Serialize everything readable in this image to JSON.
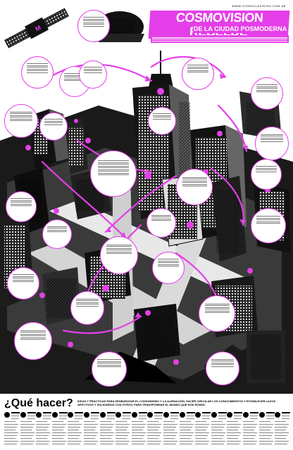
{
  "poster": {
    "site_url": "WWW.ICONOCLASISTAS.COM.AR",
    "title_main": "COSMOVISION REBELDE",
    "title_sub": "DE LA CIUDAD POSMODERNA",
    "title_desc": "",
    "footer_heading": "¿Qué hacer?",
    "footer_intro": "IDEAS Y PRÁCTICAS PARA DESBARATAR EL CONSUMISMO Y LA ALIENACIÓN, HACER CIRCULAR LOS CONOCIMIENTOS Y ESTABLECER LAZOS AFECTIVOS Y SOLIDARIOS CON OTROS, PARA TRANSFORMAR EL MUNDO QUE NOS RODEA."
  },
  "colors": {
    "accent": "#e43fe8",
    "ink": "#000000",
    "paper": "#ffffff"
  },
  "icons": [
    "satellite-icon",
    "spider-icon",
    "helmet-icon",
    "antenna-icon"
  ]
}
